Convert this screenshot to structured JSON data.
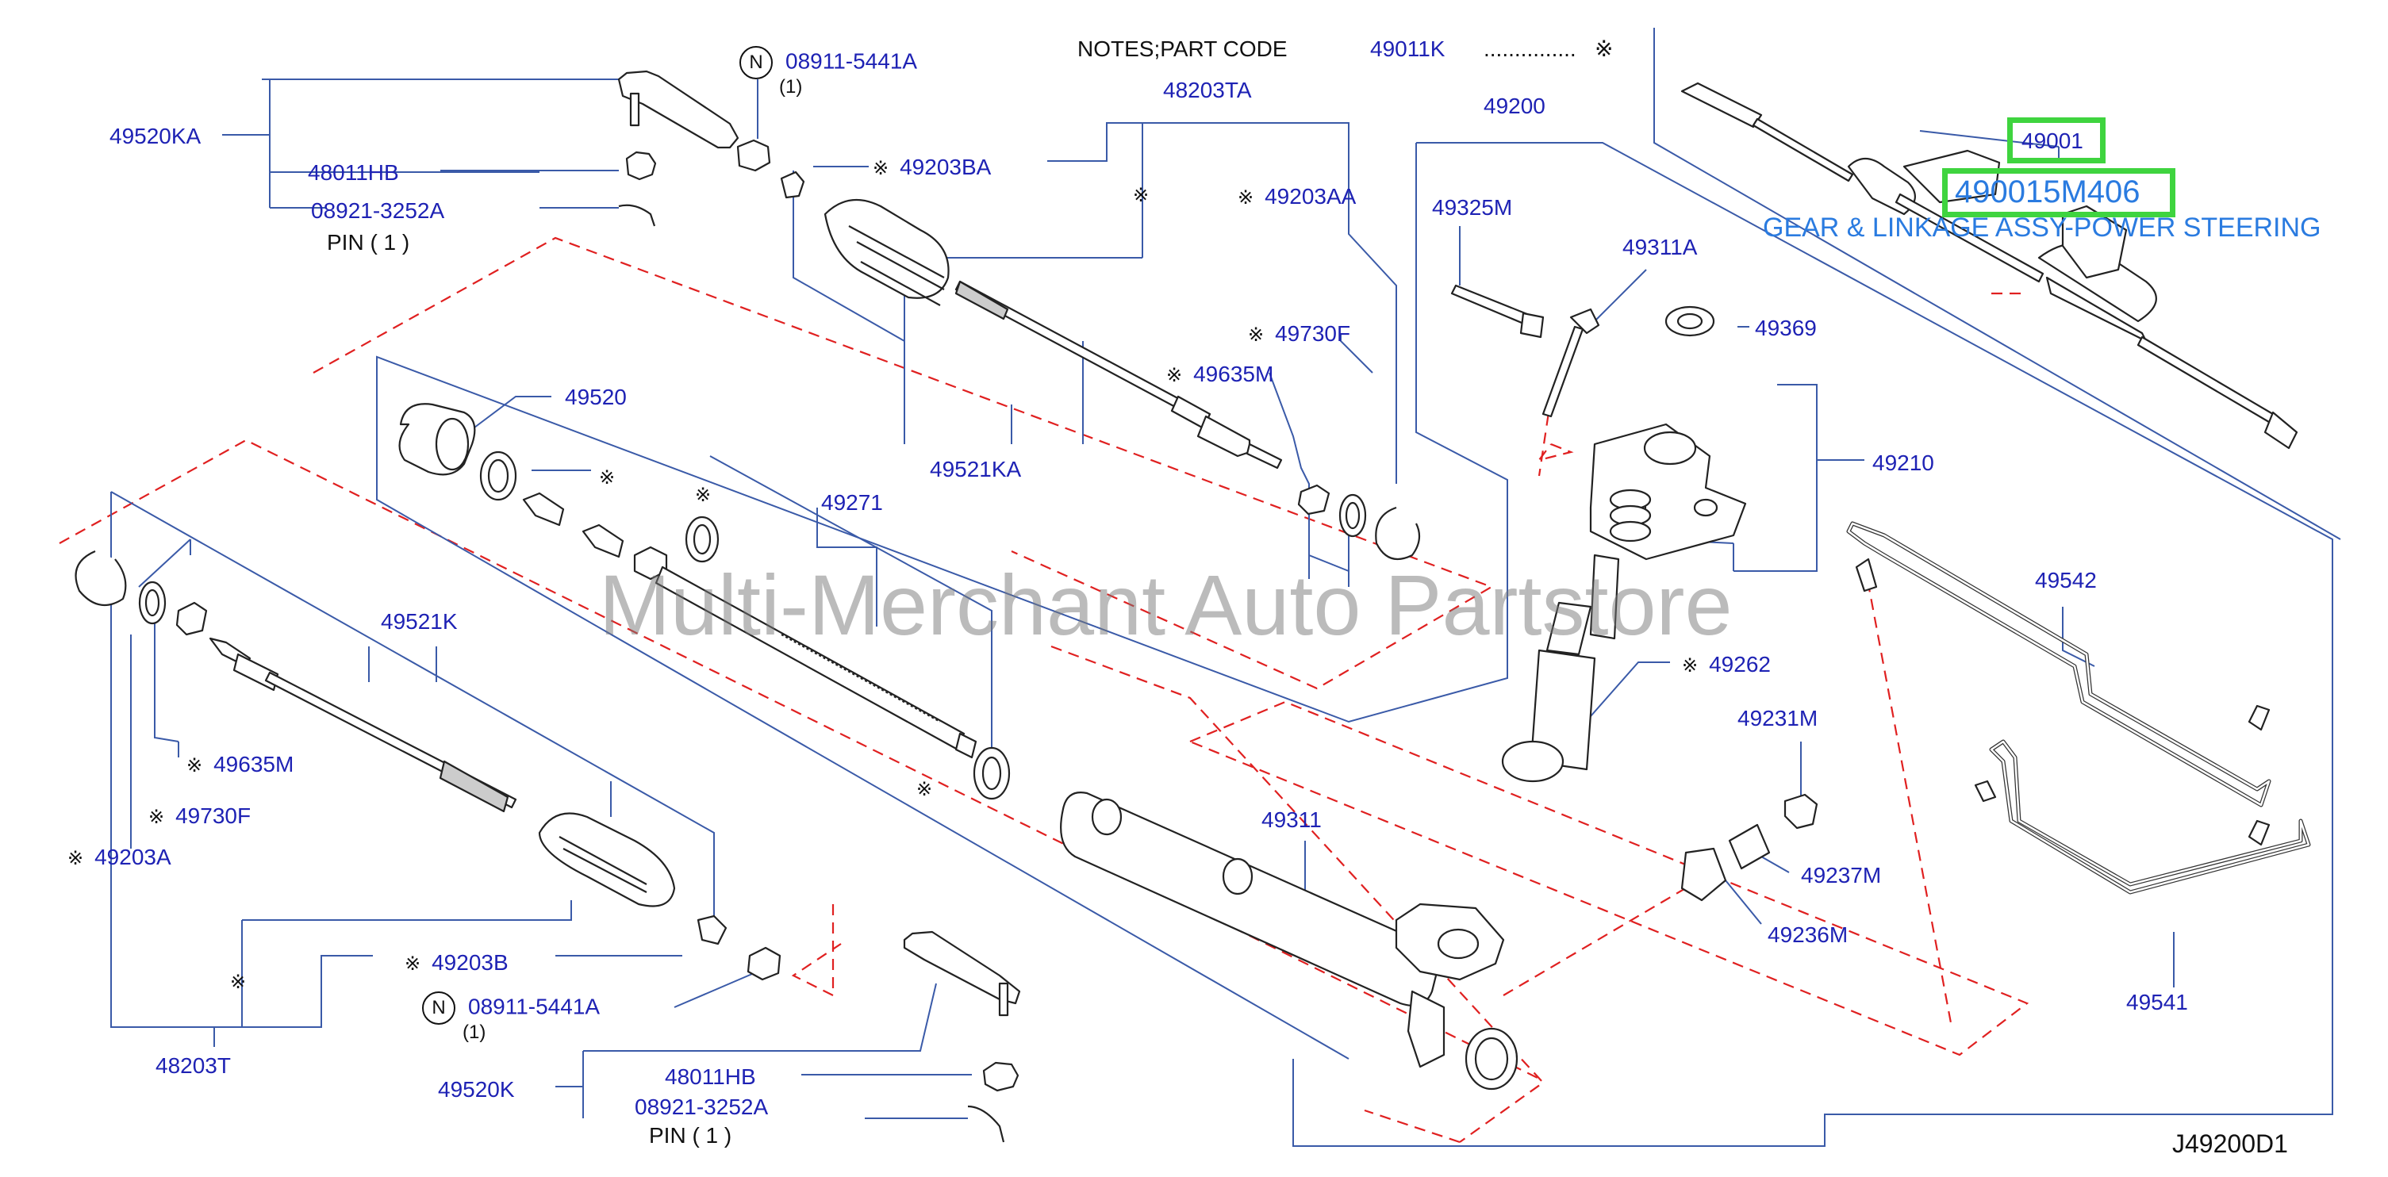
{
  "diagram_id": "J49200D1",
  "watermark": "Multi-Merchant Auto Partstore",
  "notes": {
    "label": "NOTES;PART   CODE",
    "code": "49011K",
    "dots": "...............",
    "mark": "※"
  },
  "highlight": {
    "part_number": "49001",
    "oem_number": "490015M406",
    "description": "GEAR & LINKAGE ASSY-POWER STEERING"
  },
  "symbols": {
    "note": "※",
    "n_mark": "N"
  },
  "parts": {
    "p49520KA": "49520KA",
    "p48011HB_top": "48011HB",
    "p08921_top": "08921-3252A",
    "pin_top": "PIN  ( 1 )",
    "p08911_top": "08911-5441A",
    "qty_top": "(1)",
    "p48203TA": "48203TA",
    "p49203BA": "49203BA",
    "p49203AA": "49203AA",
    "p49200": "49200",
    "p49325M": "49325M",
    "p49311A": "49311A",
    "p49369": "49369",
    "p49730F_r": "49730F",
    "p49635M_r": "49635M",
    "p49520": "49520",
    "p49521KA": "49521KA",
    "p49271": "49271",
    "p49210": "49210",
    "p49542": "49542",
    "p49262": "49262",
    "p49231M": "49231M",
    "p49237M": "49237M",
    "p49236M": "49236M",
    "p49311": "49311",
    "p49541": "49541",
    "p49521K": "49521K",
    "p49635M_l": "49635M",
    "p49730F_l": "49730F",
    "p49203A": "49203A",
    "p49203B": "49203B",
    "p08911_bot": "08911-5441A",
    "qty_bot": "(1)",
    "p48203T": "48203T",
    "p49520K": "49520K",
    "p48011HB_bot": "48011HB",
    "p08921_bot": "08921-3252A",
    "pin_bot": "PIN  ( 1 )"
  },
  "colors": {
    "label": "#1e22b4",
    "leader": "#3a5aa8",
    "phantom": "#e02020",
    "highlight": "#3fd43f",
    "description": "#2a7be0"
  }
}
